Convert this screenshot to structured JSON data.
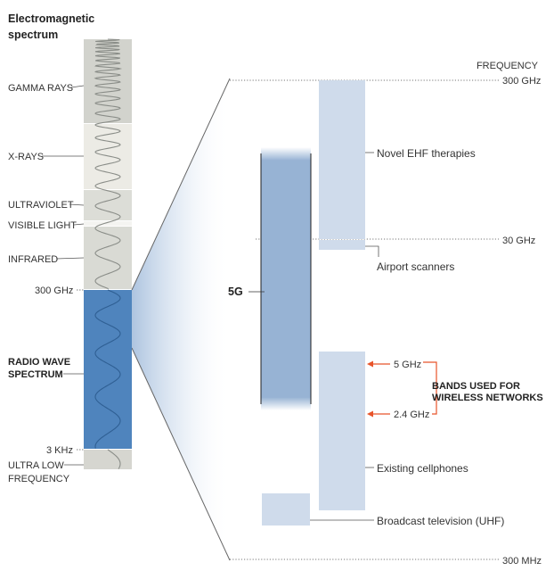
{
  "title_line1": "Electromagnetic",
  "title_line2": "spectrum",
  "left_labels": {
    "gamma": "GAMMA RAYS",
    "xrays": "X-RAYS",
    "ultraviolet": "ULTRAVIOLET",
    "visible": "VISIBLE LIGHT",
    "infrared": "INFRARED",
    "ghz300": "300 GHz",
    "radio_line1": "RADIO WAVE",
    "radio_line2": "SPECTRUM",
    "khz3": "3 KHz",
    "ulf_line1": "ULTRA LOW",
    "ulf_line2": "FREQUENCY"
  },
  "right_axis": {
    "header": "FREQUENCY",
    "top": "300 GHz",
    "mid": "30 GHz",
    "bottom": "300 MHz"
  },
  "fiveg_label": "5G",
  "uses": {
    "ehf": "Novel EHF therapies",
    "airport": "Airport scanners",
    "cellphones": "Existing cellphones",
    "tv": "Broadcast television (UHF)"
  },
  "wireless": {
    "ghz5": "5 GHz",
    "ghz24": "2.4 GHz",
    "label_line1": "BANDS USED FOR",
    "label_line2": "WIRELESS NETWORKS"
  },
  "colors": {
    "radio_band": "#4f84bd",
    "fiveg_bar": "#97b3d4",
    "use_band": "#cfdbeb",
    "wireless_arrow": "#e8542a"
  }
}
